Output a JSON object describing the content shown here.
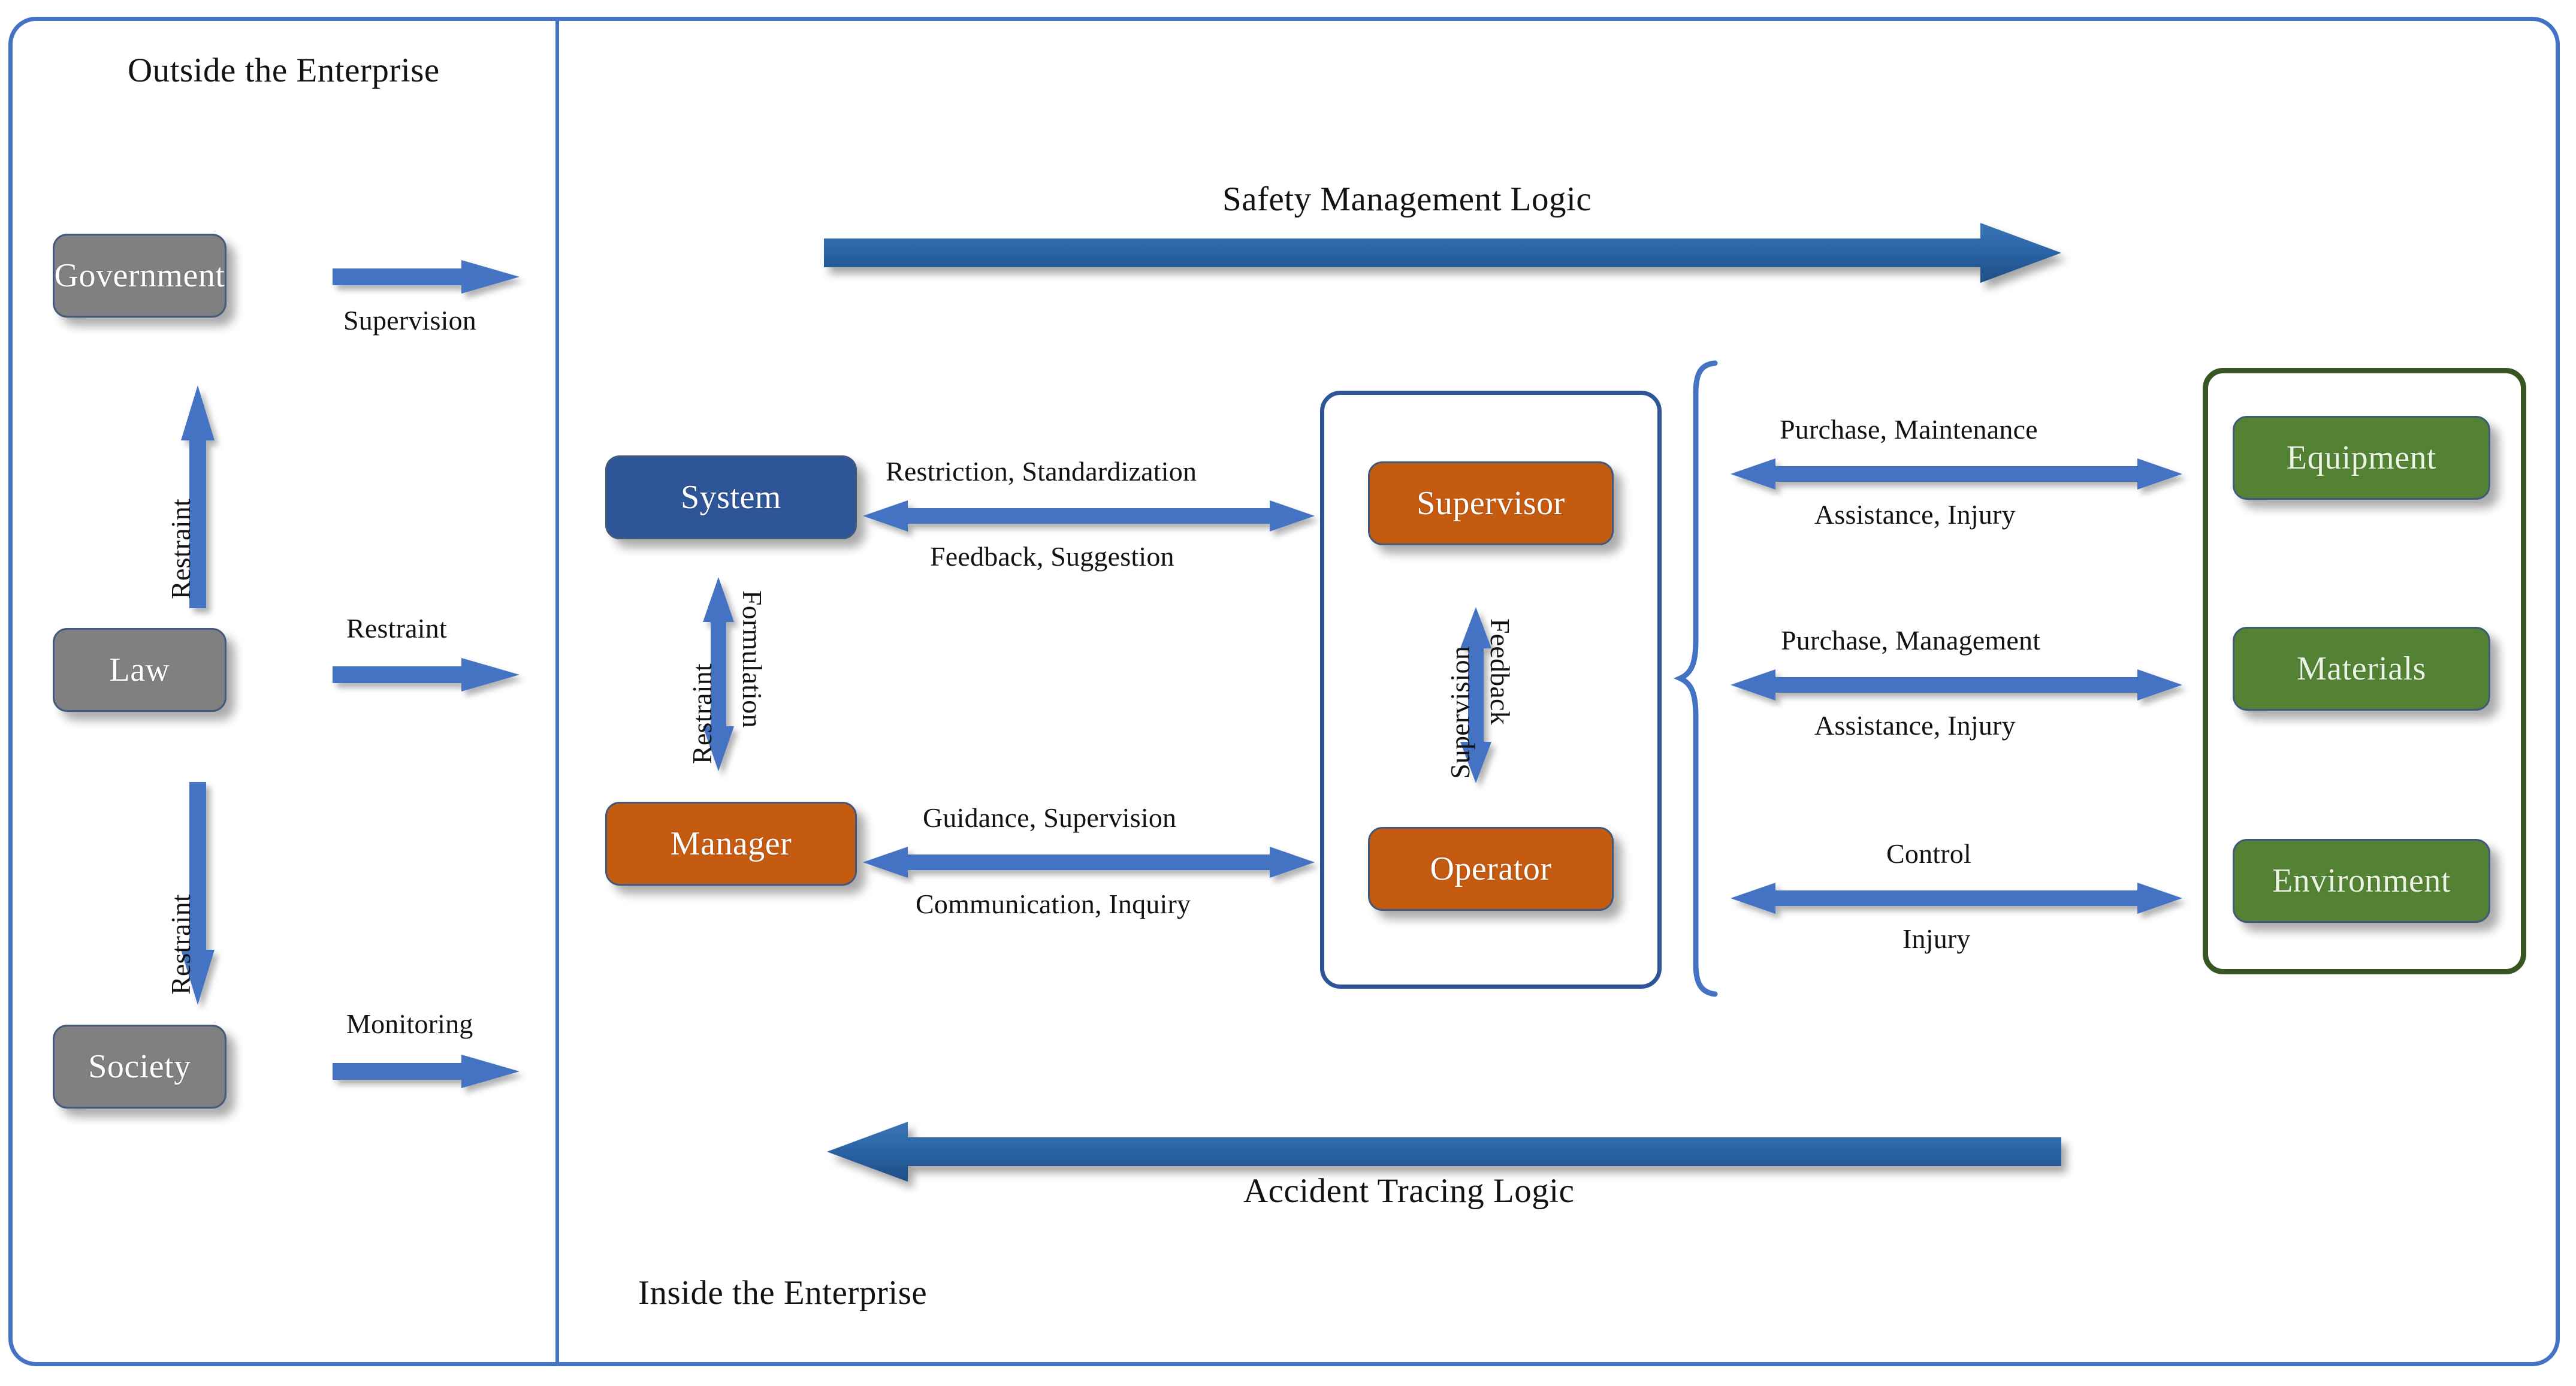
{
  "frame": {
    "outside_caption": "Outside the Enterprise",
    "inside_caption": "Inside the Enterprise",
    "border_color": "#4573C4"
  },
  "banners": {
    "top": {
      "label": "Safety Management Logic",
      "direction": "right"
    },
    "bottom": {
      "label": "Accident Tracing Logic",
      "direction": "left"
    }
  },
  "external": {
    "nodes": [
      {
        "label": "Government",
        "color": "#808080"
      },
      {
        "label": "Law",
        "color": "#808080"
      },
      {
        "label": "Society",
        "color": "#808080"
      }
    ],
    "vertical_edges": [
      {
        "label": "Restraint",
        "direction": "up"
      },
      {
        "label": "Restraint",
        "direction": "down"
      }
    ],
    "outbound_edges": [
      {
        "label": "Supervision",
        "from": "Government",
        "direction": "right"
      },
      {
        "label": "Restraint",
        "from": "Law",
        "direction": "right"
      },
      {
        "label": "Monitoring",
        "from": "Society",
        "direction": "right"
      }
    ]
  },
  "internal": {
    "left_nodes": [
      {
        "label": "System",
        "color": "#2E5597"
      },
      {
        "label": "Manager",
        "color": "#C55A11"
      }
    ],
    "left_vertical_edge": {
      "label_left": "Restraint",
      "label_right": "Formulation",
      "direction": "both"
    },
    "people_group": {
      "border_color": "#2E5597",
      "nodes": [
        {
          "label": "Supervisor",
          "color": "#C55A11"
        },
        {
          "label": "Operator",
          "color": "#C55A11"
        }
      ],
      "vertical_edge": {
        "label_left": "Supervision",
        "label_right": "Feedback",
        "direction": "both"
      }
    },
    "resource_group": {
      "border_color": "#375623",
      "nodes": [
        {
          "label": "Equipment",
          "color": "#548235"
        },
        {
          "label": "Materials",
          "color": "#548235"
        },
        {
          "label": "Environment",
          "color": "#548235"
        }
      ]
    },
    "system_supervisor_edge": {
      "label_top": "Restriction, Standardization",
      "label_bottom": "Feedback, Suggestion",
      "direction": "both"
    },
    "manager_operator_edge": {
      "label_top": "Guidance, Supervision",
      "label_bottom": "Communication, Inquiry",
      "direction": "both"
    },
    "resource_edges": [
      {
        "label_top": "Purchase, Maintenance",
        "label_bottom": "Assistance, Injury",
        "direction": "both"
      },
      {
        "label_top": "Purchase, Management",
        "label_bottom": "Assistance, Injury",
        "direction": "both"
      },
      {
        "label_top": "Control",
        "label_bottom": "Injury",
        "direction": "both"
      }
    ],
    "brace": {
      "orientation": "left-pointing",
      "color": "#4573C4"
    }
  },
  "colors": {
    "arrow_blue": "#4573C4",
    "banner_blue_dark": "#1F4E86",
    "banner_blue_light": "#4A7EBB",
    "text": "#121212"
  }
}
